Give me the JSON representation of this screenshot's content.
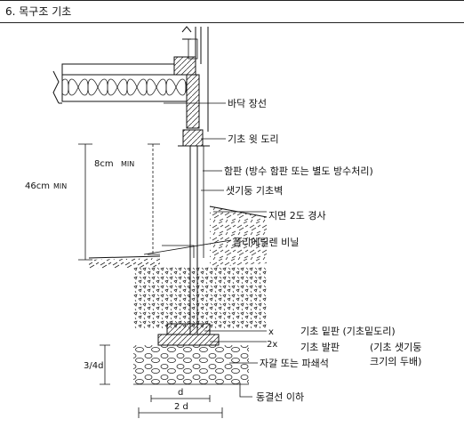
{
  "header": {
    "title": "6. 목구조 기초"
  },
  "labels": {
    "floor_insulation": "바닥 장선",
    "sill_top": "기초 윗 도리",
    "flashing": "함판 (방수 함판 또는 별도 방수처리)",
    "foundation_wall": "샛기둥 기초벽",
    "grade": "지면 2도 경사",
    "vapor_barrier": "폴리에틸렌 비닐",
    "footing_plate": "기초 밑판 (기초밑도리)",
    "footing_board": "기초 발판",
    "footing_note": "(기초 샛기둥",
    "footing_note2": "크기의 두배)",
    "gravel": "자갈 또는 파쇄석",
    "frost_line": "동결선 이하"
  },
  "dimensions": {
    "clearance": "8cm",
    "clearance_unit": "MIN",
    "height": "46cm",
    "height_unit": "MIN",
    "plate_mult": "x",
    "board_mult": "2x",
    "gravel_depth": "3/4d",
    "width_d": "d",
    "width_2d": "2 d"
  }
}
